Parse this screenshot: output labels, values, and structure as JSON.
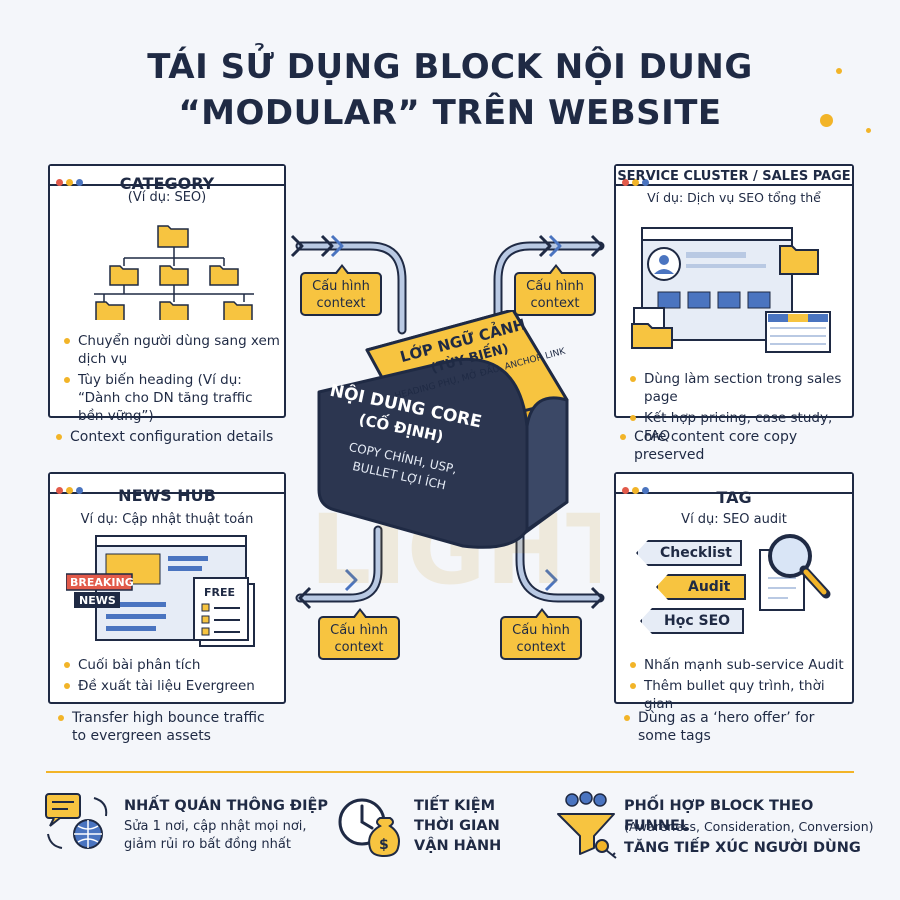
{
  "title": {
    "line1": "TÁI SỬ DỤNG BLOCK NỘI DUNG",
    "line2": "“MODULAR” TRÊN WEBSITE"
  },
  "core": {
    "top_title1": "LỚP NGỮ CẢNH",
    "top_title2": "(TÙY BIẾN)",
    "top_sub": "HEADING PHỤ, MỞ ĐẦU, ANCHOR LINK",
    "front_title1": "NỘI DUNG CORE",
    "front_title2": "(CỐ ĐỊNH)",
    "front_sub1": "COPY CHÍNH, USP,",
    "front_sub2": "BULLET LỢI ÍCH"
  },
  "config_label": "Cấu hình context",
  "category": {
    "title": "CATEGORY",
    "sub": "(Ví dụ: SEO)",
    "bullets": [
      "Chuyển người dùng sang xem dịch vụ",
      "Tùy biến heading (Ví dụ: “Dành cho DN tăng traffic bền vững”)"
    ],
    "note": "Context configuration details"
  },
  "service": {
    "title": "SERVICE CLUSTER / SALES PAGE",
    "sub": "Ví dụ: Dịch vụ SEO tổng thể",
    "bullets": [
      "Dùng làm section trong sales page",
      "Kết hợp pricing, case study, FAQ"
    ],
    "note": "Core content core copy preserved"
  },
  "news": {
    "title": "NEWS HUB",
    "sub": "Ví dụ: Cập nhật thuật toán",
    "badge1": "BREAKING",
    "badge2": "NEWS",
    "free": "FREE",
    "bullets": [
      "Cuối bài phân tích",
      "Đề xuất tài liệu Evergreen"
    ],
    "note": "Transfer high bounce traffic to evergreen assets"
  },
  "tag": {
    "title": "TAG",
    "sub": "Ví dụ: SEO audit",
    "pills": [
      "Checklist",
      "Audit",
      "Học SEO"
    ],
    "bullets": [
      "Nhấn mạnh sub-service Audit",
      "Thêm bullet quy trình, thời gian"
    ],
    "note": "Dùng as a ‘hero offer’ for some tags"
  },
  "footer": {
    "col1_title": "NHẤT QUÁN THÔNG ĐIỆP",
    "col1_text": "Sửa 1 nơi, cập nhật mọi nơi, giảm rủi ro bất đồng nhất",
    "col2_title": "TIẾT KIỆM THỜI GIAN VẬN HÀNH",
    "col3_title": "PHỐI HỢP BLOCK THEO FUNNEL",
    "col3_text": "(Awareness, Consideration, Conversion)",
    "col3_title2": "TĂNG TIẾP XÚC NGƯỜI DÙNG"
  },
  "colors": {
    "navy": "#1f2a44",
    "yellow": "#f7c440",
    "blue_light": "#b9c9e3",
    "blue_mid": "#4a74c0"
  }
}
